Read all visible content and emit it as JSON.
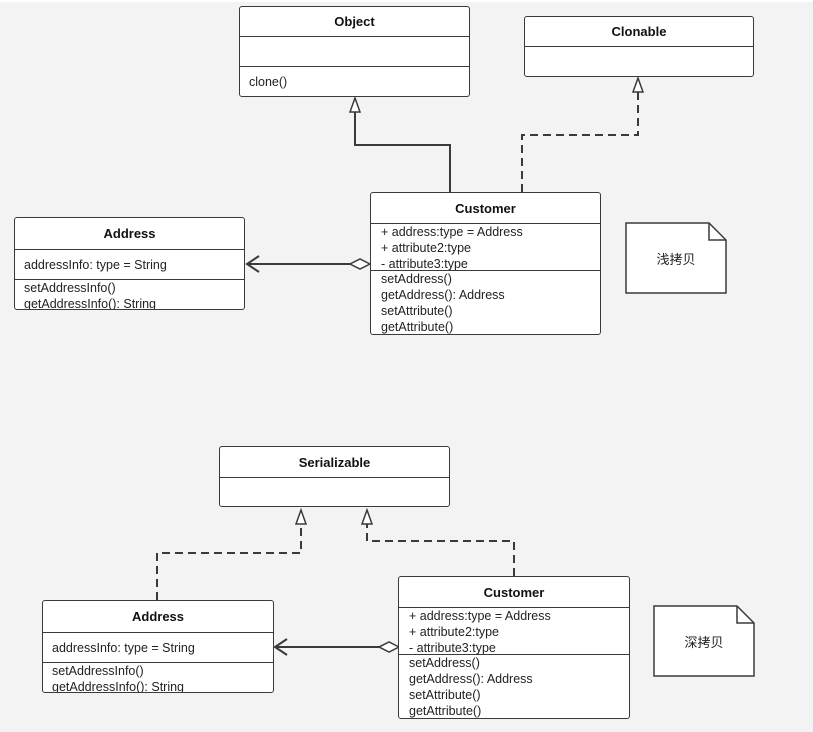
{
  "shallow": {
    "object": {
      "name": "Object",
      "attributes": [],
      "methods": [
        "clone()"
      ]
    },
    "clonable": {
      "name": "Clonable",
      "attributes": []
    },
    "customer": {
      "name": "Customer",
      "attributes": [
        "+ address:type = Address",
        "+ attribute2:type",
        "- attribute3:type"
      ],
      "methods": [
        "setAddress()",
        "getAddress(): Address",
        "setAttribute()",
        "getAttribute()"
      ]
    },
    "address": {
      "name": "Address",
      "attributes": [
        "addressInfo: type = String"
      ],
      "methods": [
        "setAddressInfo()",
        "getAddressInfo(): String"
      ]
    },
    "note": "浅拷贝"
  },
  "deep": {
    "serializable": {
      "name": "Serializable",
      "attributes": []
    },
    "customer": {
      "name": "Customer",
      "attributes": [
        "+ address:type = Address",
        "+ attribute2:type",
        "- attribute3:type"
      ],
      "methods": [
        "setAddress()",
        "getAddress(): Address",
        "setAttribute()",
        "getAttribute()"
      ]
    },
    "address": {
      "name": "Address",
      "attributes": [
        "addressInfo: type = String"
      ],
      "methods": [
        "setAddressInfo()",
        "getAddressInfo(): String"
      ]
    },
    "note": "深拷贝"
  },
  "colors": {
    "line": "#3a3a3a",
    "box_fill": "#ffffff",
    "background": "#f3f3f3"
  }
}
